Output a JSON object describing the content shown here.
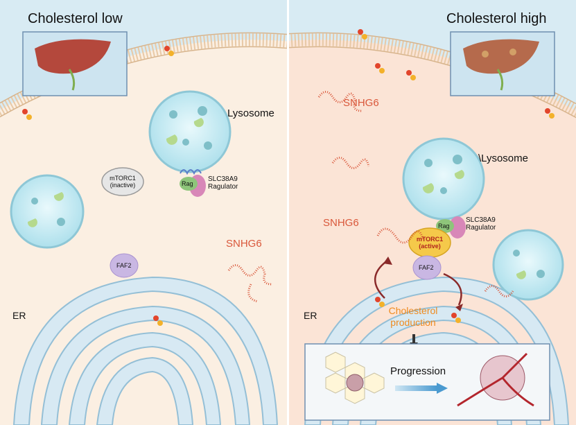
{
  "left_panel": {
    "title": "Cholesterol low",
    "lysosome_label": "Lysosome",
    "complex_labels": [
      "SLC38A9",
      "Ragulator"
    ],
    "rag_label": "Rag",
    "mtorc1_labels": [
      "mTORC1",
      "(inactive)"
    ],
    "snhg6_label": "SNHG6",
    "faf2_label": "FAF2",
    "er_label": "ER"
  },
  "right_panel": {
    "title": "Cholesterol high",
    "lysosome_label": "\\Lysosome",
    "complex_labels": [
      "SLC38A9",
      "Ragulator"
    ],
    "rag_label": "Rag",
    "mtorc1_labels": [
      "mTORC1",
      "(active)"
    ],
    "snhg6_labels": [
      "SNHG6",
      "SNHG6"
    ],
    "faf2_label": "FAF2",
    "er_label": "ER",
    "cholesterol_labels": [
      "Cholesterol",
      "production"
    ],
    "progression_label": "Progression"
  },
  "colors": {
    "outside_blue": "#d8ebf3",
    "cytoplasm_left": "#fbefe2",
    "cytoplasm_right": "#fbe4d6",
    "membrane": "#e8c9a6",
    "lysosome_fill": "#cfeff6",
    "lysosome_edge": "#8ec7d6",
    "er_fill": "#d7e9f3",
    "er_edge": "#94bfd6",
    "rna": "#d9573a",
    "mtorc1_active": "#f5c94a",
    "faf2": "#c9b7e3",
    "rag": "#8ec57a",
    "slc38a9": "#d887b8",
    "arrow": "#8a2a2a",
    "cholesterol_text": "#ef8a1e"
  },
  "icons": [
    "liver-healthy-icon",
    "liver-fatty-icon",
    "cholesterol-molecule-icon",
    "rna-strand-icon",
    "cell-cluster-icon",
    "tumor-cluster-icon"
  ]
}
